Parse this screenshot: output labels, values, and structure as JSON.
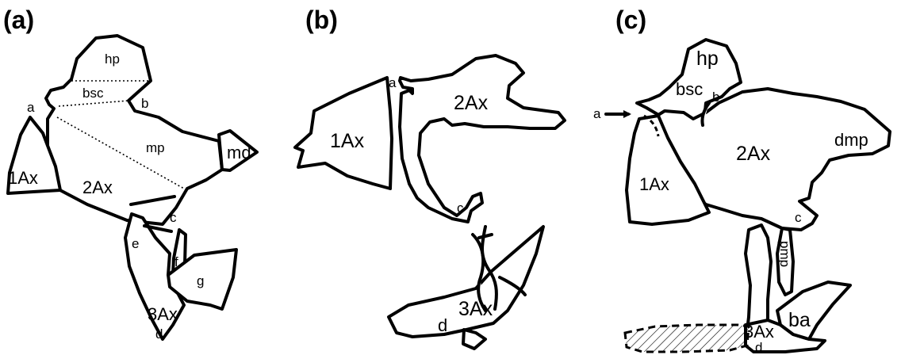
{
  "panels": [
    {
      "id": "a",
      "label": "(a)",
      "parts": {
        "hp": "hp",
        "bsc": "bsc",
        "a": "a",
        "b": "b",
        "mp": "mp",
        "md": "md",
        "ax1": "1Ax",
        "ax2": "2Ax",
        "c": "c",
        "e": "e",
        "f": "f",
        "g": "g",
        "ax3": "3Ax",
        "d": "d"
      }
    },
    {
      "id": "b",
      "label": "(b)",
      "parts": {
        "a": "a",
        "ax2": "2Ax",
        "ax1": "1Ax",
        "c": "c",
        "ax3": "3Ax",
        "d": "d"
      }
    },
    {
      "id": "c",
      "label": "(c)",
      "parts": {
        "hp": "hp",
        "bsc": "bsc",
        "b": "b",
        "a": "a",
        "dmp": "dmp",
        "ax2": "2Ax",
        "ax1": "1Ax",
        "c": "c",
        "pmp": "pmp",
        "ax3": "3Ax",
        "d": "d",
        "ba": "ba"
      }
    }
  ],
  "colors": {
    "stroke": "#000000",
    "background": "#ffffff"
  }
}
